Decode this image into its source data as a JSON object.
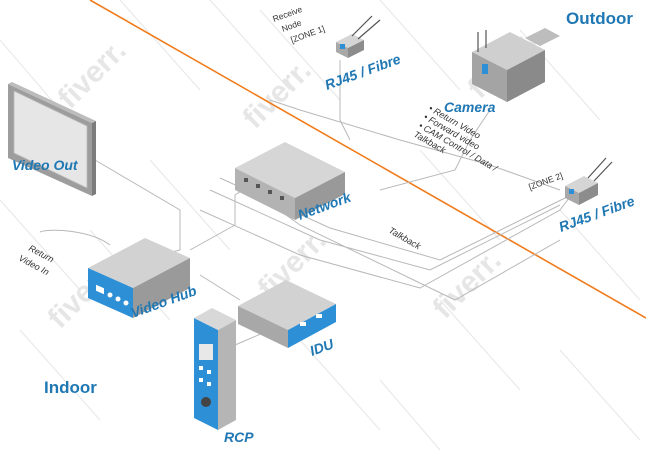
{
  "zones": {
    "outdoor": "Outdoor",
    "indoor": "Indoor"
  },
  "devices": {
    "video_out": "Video Out",
    "video_hub": "Video Hub",
    "network": "Network",
    "idu": "IDU",
    "rcp": "RCP",
    "camera": "Camera",
    "rj45_top": "RJ45 / Fibre",
    "rj45_right": "RJ45 / Fibre"
  },
  "annotations": {
    "receive_node_1": "Receive",
    "receive_node_2": "Node",
    "receive_node_3": "[ZONE 1]",
    "zone2": "[ZONE 2]",
    "return_video_in_1": "Return",
    "return_video_in_2": "Video In",
    "talkback": "Talkback",
    "cam_list": [
      "• Return Video",
      "• Forward video",
      "• CAM Control / Data /",
      "Talkback"
    ]
  },
  "watermark": "fiverr.",
  "colors": {
    "accent": "#1f78b4",
    "boundary": "#f07c1e",
    "device_gray": "#9a9a9a",
    "panel_blue": "#2d8fd6"
  }
}
